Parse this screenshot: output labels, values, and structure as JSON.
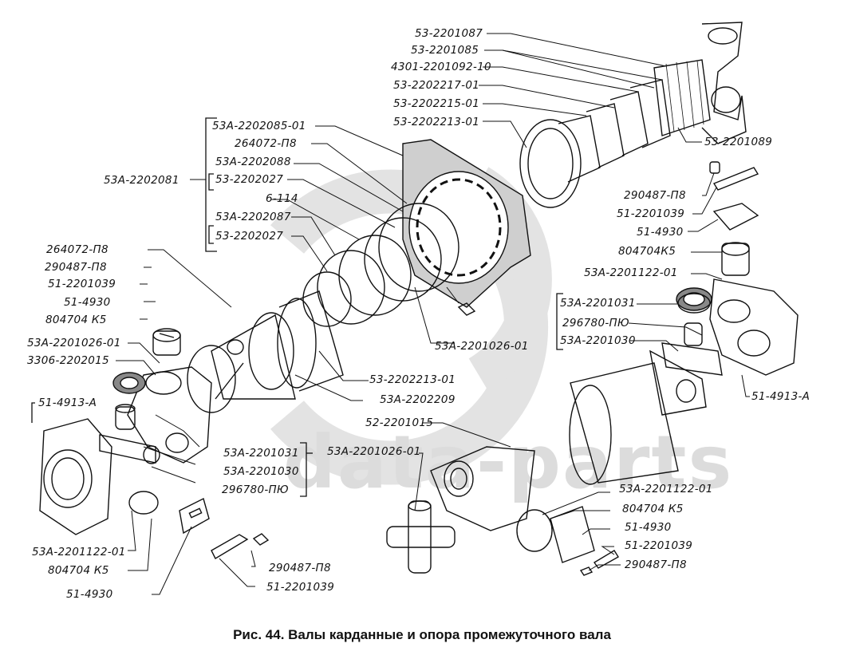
{
  "figure": {
    "caption": "Рис. 44. Валы карданные и опора промежуточного вала",
    "watermark": "data-parts",
    "ink_color": "#111111",
    "watermark_color": "#dcdcdc"
  },
  "callouts": {
    "top_right_group": [
      "53-2201087",
      "53-2201085",
      "4301-2201092-10",
      "53-2202217-01",
      "53-2202215-01",
      "53-2202213-01"
    ],
    "right_of_yoke": "53-2201089",
    "support_assembly": {
      "assembly": "53А-2202081",
      "items": [
        "53А-2202085-01",
        "264072-П8",
        "53А-2202088",
        "53-2202027",
        "6-114",
        "53А-2202087",
        "53-2202027"
      ]
    },
    "left_top_stack": [
      "264072-П8",
      "290487-П8",
      "51-2201039",
      "51-4930",
      "804704 К5",
      "53А-2201026-01",
      "3306-2202015"
    ],
    "left_flange": "51-4913-А",
    "right_top_stack": [
      "290487-П8",
      "51-2201039",
      "51-4930",
      "804704К5",
      "53А-2201122-01"
    ],
    "right_spider_group": {
      "assembly": "53А-2201026-01",
      "items": [
        "53А-2201031",
        "296780-ПЮ",
        "53А-2201030"
      ]
    },
    "right_flange": "51-4913-А",
    "shaft_middle": [
      "53-2202213-01",
      "53А-2202209",
      "52-2201015"
    ],
    "left_spider_group": {
      "assembly": "53А-2201026-01",
      "items": [
        "53А-2201031",
        "53А-2201030",
        "296780-ПЮ"
      ]
    },
    "bottom_left_stack": [
      "53А-2201122-01",
      "804704 К5",
      "51-4930"
    ],
    "bottom_middle": [
      "290487-П8",
      "51-2201039"
    ],
    "bottom_right_stack": [
      "53А-2201122-01",
      "804704 К5",
      "51-4930",
      "51-2201039",
      "290487-П8"
    ]
  }
}
